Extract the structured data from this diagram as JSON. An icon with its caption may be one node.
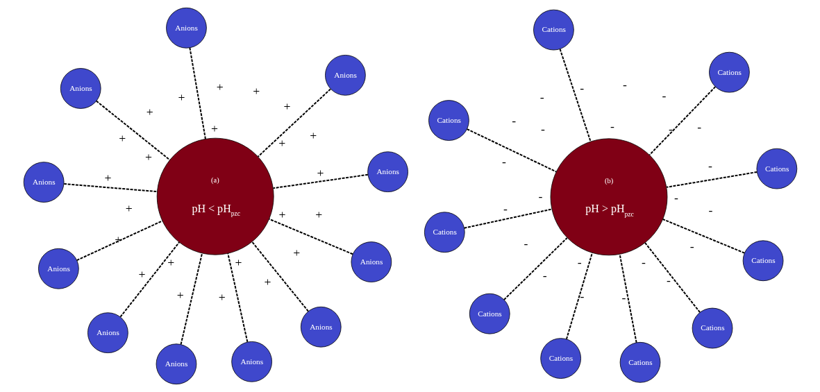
{
  "diagram": {
    "nodes": [
      {
        "text": [
          "(a)",
          "pH < pH$_{pzc}$"
        ]
      },
      {
        "text": [
          "Anions"
        ]
      },
      {
        "text": [
          "Anions"
        ]
      },
      {
        "text": [
          "Anions"
        ]
      },
      {
        "text": [
          "Anions"
        ]
      },
      {
        "text": [
          "Anions"
        ]
      },
      {
        "text": [
          "Anions"
        ]
      },
      {
        "text": [
          "Anions"
        ]
      },
      {
        "text": [
          "Anions"
        ]
      },
      {
        "text": [
          "Anions"
        ]
      },
      {
        "text": [
          "Anions"
        ]
      },
      {
        "text": [
          "Anions"
        ]
      },
      {
        "text": [
          "(b)",
          "pH > pH$_{pzc}$"
        ]
      },
      {
        "text": [
          "Cations"
        ]
      },
      {
        "text": [
          "Cations"
        ]
      },
      {
        "text": [
          "Cations"
        ]
      },
      {
        "text": [
          "Cations"
        ]
      },
      {
        "text": [
          "Cations"
        ]
      },
      {
        "text": [
          "Cations"
        ]
      },
      {
        "text": [
          "Cations"
        ]
      },
      {
        "text": [
          "Cations"
        ]
      },
      {
        "text": [
          "Cations"
        ]
      },
      {
        "text": [
          "Cations"
        ]
      }
    ],
    "edges": [
      {
        "from": 1,
        "to": 0,
        "arrow": "none",
        "style": "dashed"
      },
      {
        "from": 2,
        "to": 0,
        "arrow": "none",
        "style": "dashed"
      },
      {
        "from": 3,
        "to": 0,
        "arrow": "none",
        "style": "dashed"
      },
      {
        "from": 4,
        "to": 0,
        "arrow": "none",
        "style": "dashed"
      },
      {
        "from": 5,
        "to": 0,
        "arrow": "none",
        "style": "dashed"
      },
      {
        "from": 6,
        "to": 0,
        "arrow": "none",
        "style": "dashed"
      },
      {
        "from": 7,
        "to": 0,
        "arrow": "none",
        "style": "dashed"
      },
      {
        "from": 8,
        "to": 0,
        "arrow": "none",
        "style": "dashed"
      },
      {
        "from": 9,
        "to": 0,
        "arrow": "none",
        "style": "dashed"
      },
      {
        "from": 10,
        "to": 0,
        "arrow": "none",
        "style": "dashed"
      },
      {
        "from": 11,
        "to": 0,
        "arrow": "none",
        "style": "dashed"
      },
      {
        "from": 13,
        "to": 12,
        "arrow": "none",
        "style": "dashed"
      },
      {
        "from": 14,
        "to": 12,
        "arrow": "none",
        "style": "dashed"
      },
      {
        "from": 15,
        "to": 12,
        "arrow": "none",
        "style": "dashed"
      },
      {
        "from": 16,
        "to": 12,
        "arrow": "none",
        "style": "dashed"
      },
      {
        "from": 17,
        "to": 12,
        "arrow": "none",
        "style": "dashed"
      },
      {
        "from": 18,
        "to": 12,
        "arrow": "none",
        "style": "dashed"
      },
      {
        "from": 19,
        "to": 12,
        "arrow": "none",
        "style": "dashed"
      },
      {
        "from": 20,
        "to": 12,
        "arrow": "none",
        "style": "dashed"
      },
      {
        "from": 21,
        "to": 12,
        "arrow": "none",
        "style": "dashed"
      },
      {
        "from": 22,
        "to": 12,
        "arrow": "none",
        "style": "dashed"
      }
    ],
    "labels": [
      "+",
      "+",
      "+",
      "+",
      "+",
      "+",
      "+",
      "+",
      "+",
      "+",
      "+",
      "+",
      "+",
      "+",
      "+",
      "+",
      "+",
      "+",
      "+",
      "+",
      "+",
      "+",
      "+",
      "-",
      "-",
      "-",
      "-",
      "-",
      "-",
      "-",
      "-",
      "-",
      "-",
      "-",
      "-",
      "-",
      "-",
      "-",
      "-",
      "-",
      "-",
      "-",
      "-",
      "-",
      "-",
      "-"
    ]
  }
}
